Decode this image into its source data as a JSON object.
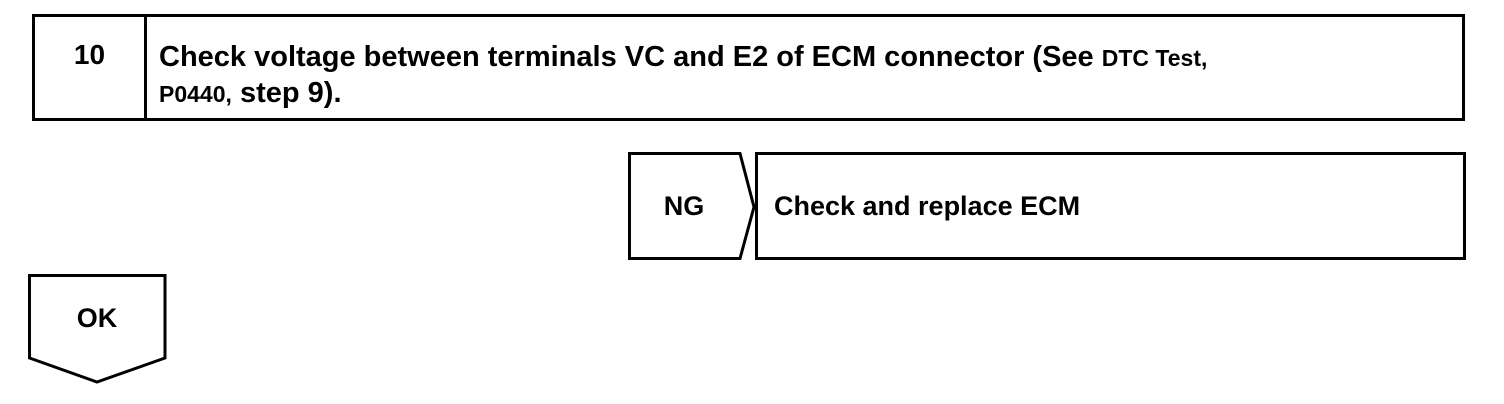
{
  "step": {
    "number": "10",
    "text_main": "Check voltage between terminals VC and E2 of ECM connector (See ",
    "ref_part1": "DTC Test,",
    "ref_part2": "P0440,",
    "text_tail": "step 9)."
  },
  "ng_branch": {
    "label": "NG",
    "action": "Check and replace ECM"
  },
  "ok_branch": {
    "label": "OK"
  }
}
